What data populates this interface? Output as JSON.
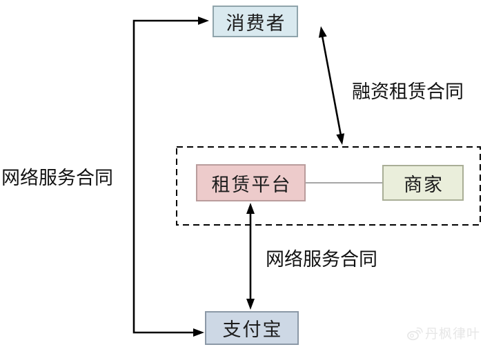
{
  "nodes": {
    "consumer": {
      "label": "消费者"
    },
    "platform": {
      "label": "租赁平台"
    },
    "merchant": {
      "label": "商家"
    },
    "alipay": {
      "label": "支付宝"
    }
  },
  "labels": {
    "left_contract": "网络服务合同",
    "finance_lease_contract": "融资租赁合同",
    "middle_contract": "网络服务合同"
  },
  "watermark": {
    "icon": "weibo-icon",
    "text": "丹枫律叶"
  },
  "colors": {
    "consumer_fill": "#d9e9ef",
    "consumer_border": "#8fa4ab",
    "platform_fill": "#edcbcb",
    "platform_border": "#b99c9c",
    "merchant_fill": "#eaeedb",
    "merchant_border": "#a9ae96",
    "alipay_fill": "#cdd8e5",
    "alipay_border": "#8b98a6",
    "arrow": "#000000",
    "connector_line": "#999999",
    "dashed_border": "#000000",
    "watermark_gray": "#e7e7e7"
  }
}
